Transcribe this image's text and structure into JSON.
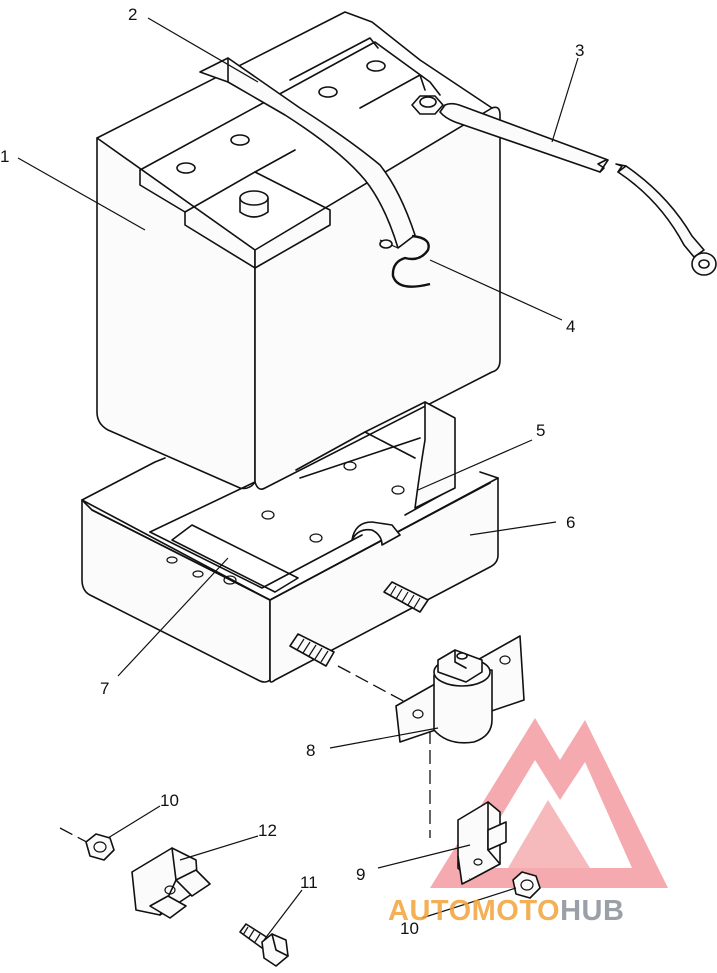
{
  "callouts": [
    {
      "id": "1",
      "text": "1"
    },
    {
      "id": "2",
      "text": "2"
    },
    {
      "id": "3",
      "text": "3"
    },
    {
      "id": "4",
      "text": "4"
    },
    {
      "id": "5",
      "text": "5"
    },
    {
      "id": "6",
      "text": "6"
    },
    {
      "id": "7",
      "text": "7"
    },
    {
      "id": "8",
      "text": "8"
    },
    {
      "id": "9",
      "text": "9"
    },
    {
      "id": "10a",
      "text": "10"
    },
    {
      "id": "10b",
      "text": "10"
    },
    {
      "id": "11",
      "text": "11"
    },
    {
      "id": "12",
      "text": "12"
    }
  ],
  "watermark": {
    "part1": "AUTOMOTO",
    "part2": "HUB",
    "color_main": "#e5323a",
    "color_accent": "#f2a33a",
    "color_dark": "#8a8f99"
  }
}
